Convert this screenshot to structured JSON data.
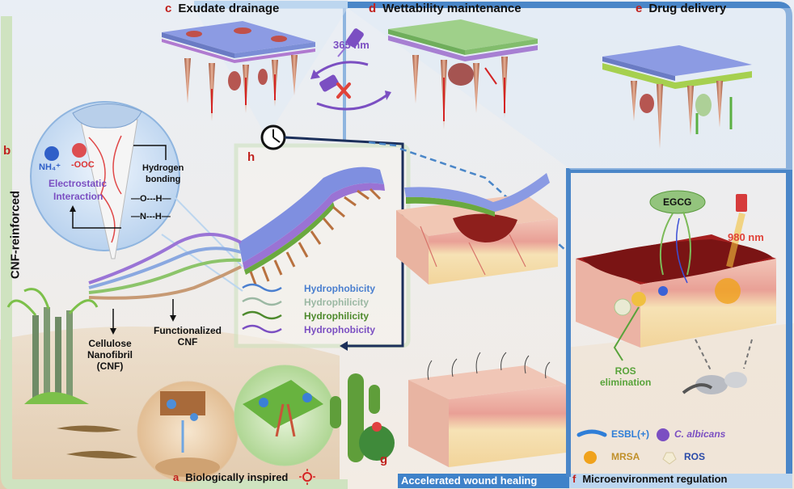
{
  "panels": {
    "c": {
      "letter": "c",
      "title": "Exudate drainage"
    },
    "d": {
      "letter": "d",
      "title": "Wettability maintenance"
    },
    "e": {
      "letter": "e",
      "title": "Drug delivery"
    },
    "b": {
      "letter": "b",
      "title": "CNF-reinforced"
    },
    "h": {
      "letter": "h"
    },
    "a": {
      "letter": "a",
      "title": "Biologically inspired"
    },
    "g": {
      "letter": "g",
      "title": "Accelerated wound healing"
    },
    "f": {
      "letter": "f",
      "title": "Microenvironment regulation"
    }
  },
  "wavelength_365": "365 nm",
  "wavelength_980": "980 nm",
  "egcg": "EGCG",
  "interaction": {
    "ion_pos": "NH₄⁺",
    "ion_neg": "-OOC",
    "electrostatic": "Electrostatic",
    "interaction": "Interaction",
    "hydrogen": "Hydrogen",
    "bonding": "bonding",
    "bond1": "—O---H—",
    "bond2": "—N---H—"
  },
  "layers": [
    {
      "label": "Hydrophobicity",
      "color": "#4a7fcf"
    },
    {
      "label": "Hydrophilicity",
      "color": "#9bb8a3"
    },
    {
      "label": "Hydrophilicity",
      "color": "#4e8a2d"
    },
    {
      "label": "Hydrophobicity",
      "color": "#7b4fc2"
    }
  ],
  "cnf": {
    "cellulose": "Cellulose",
    "nanofibril": "Nanofibril",
    "abbr": "(CNF)",
    "functionalized": "Functionalized",
    "cnf": "CNF"
  },
  "ros_elimination": {
    "line1": "ROS",
    "line2": "elimination"
  },
  "legend": {
    "esbl": "ESBL(+)",
    "calbicans": "C. albicans",
    "mrsa": "MRSA",
    "ros": "ROS"
  },
  "colors": {
    "accent_red": "#c0211d",
    "frame_blue": "#4a86c8",
    "frame_green": "#cfe3c0",
    "purple": "#7b4fc2",
    "green_text": "#58a33a"
  }
}
